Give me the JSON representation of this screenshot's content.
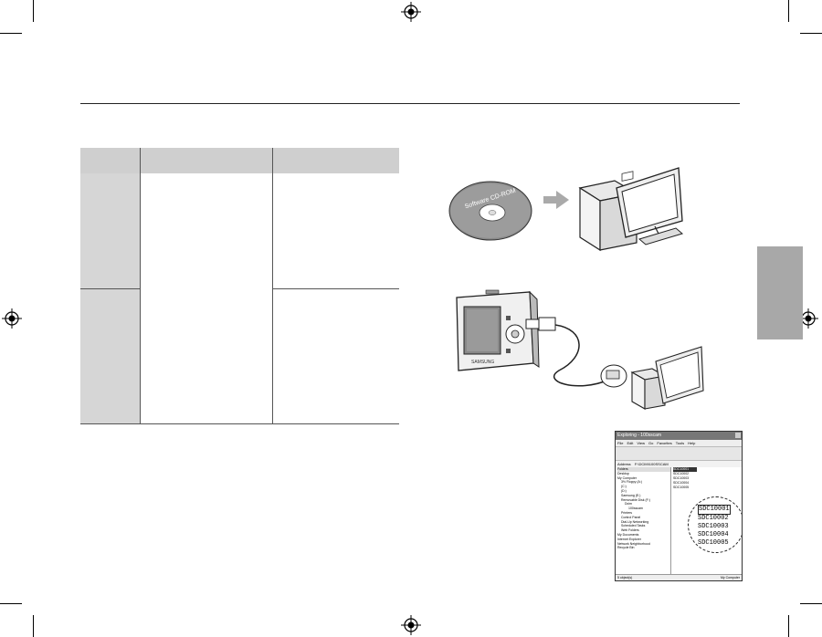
{
  "table": {
    "headers": [
      "",
      "",
      ""
    ],
    "rows": [
      {
        "label": "",
        "middle": "",
        "right": ""
      },
      {
        "label": "",
        "middle": "",
        "right": ""
      }
    ]
  },
  "side_tab": {
    "label": ""
  },
  "figures": {
    "cd_label": "Software CD-ROM",
    "camera_brand": "SAMSUNG",
    "explorer": {
      "title": "Exploring - 100sscam",
      "menu": [
        "File",
        "Edit",
        "View",
        "Go",
        "Favorites",
        "Tools",
        "Help"
      ],
      "address_label": "Address",
      "address_value": "F:\\DCIM\\100SSCAM",
      "folders_title": "Folders",
      "tree": [
        "Desktop",
        "My Computer",
        "3½ Floppy (A:)",
        "(C:)",
        "(D:)",
        "Samsung (E:)",
        "Removable Disk (F:)",
        "Dcim",
        "100sscam",
        "Printers",
        "Control Panel",
        "Dial-Up Networking",
        "Scheduled Tasks",
        "Web Folders",
        "My Documents",
        "Internet Explorer",
        "Network Neighborhood",
        "Recycle Bin"
      ],
      "files": [
        "SDC10001",
        "SDC10002",
        "SDC10003",
        "SDC10004",
        "SDC10005"
      ],
      "zoom_files": [
        "SDC10001",
        "SDC10002",
        "SDC10003",
        "SDC10004",
        "SDC10005"
      ],
      "status_left": "5 object(s)",
      "status_right": "My Computer"
    }
  }
}
